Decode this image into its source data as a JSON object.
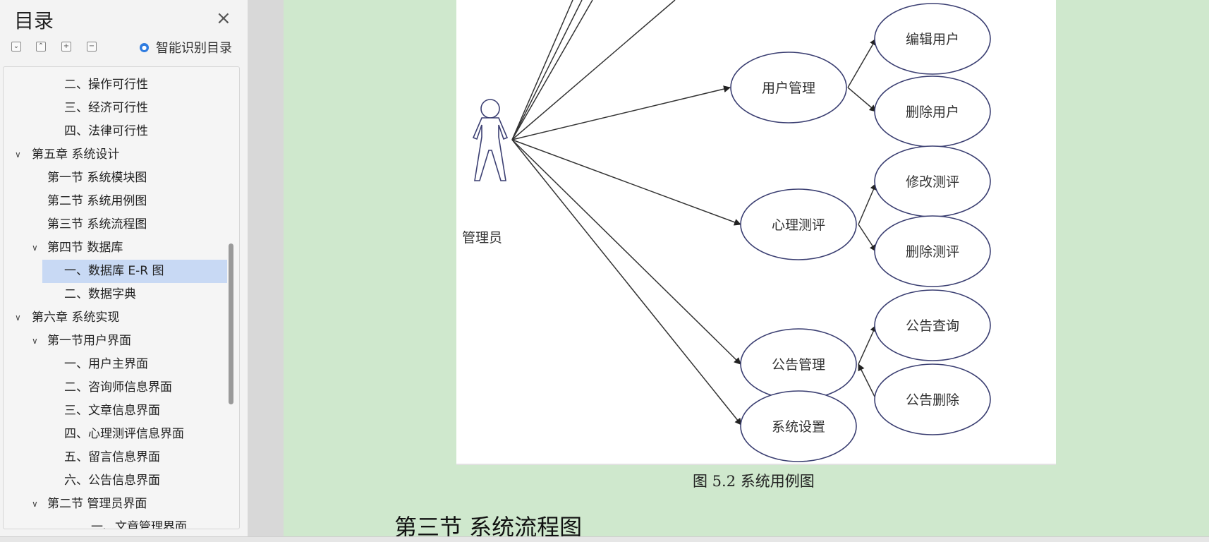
{
  "sidebar": {
    "title": "目录",
    "close_glyph": "×",
    "toolbar": {
      "expand_glyph": "⌄",
      "collapse_glyph": "⌃",
      "plus_glyph": "+",
      "minus_glyph": "−",
      "smart_label": "智能识别目录"
    },
    "items": [
      {
        "label": "二、操作可行性"
      },
      {
        "label": "三、经济可行性"
      },
      {
        "label": "四、法律可行性"
      },
      {
        "label": "第五章  系统设计"
      },
      {
        "label": "第一节  系统模块图"
      },
      {
        "label": "第二节  系统用例图"
      },
      {
        "label": "第三节  系统流程图"
      },
      {
        "label": "第四节  数据库"
      },
      {
        "label": "一、数据库 E-R 图"
      },
      {
        "label": "二、数据字典"
      },
      {
        "label": "第六章  系统实现"
      },
      {
        "label": "第一节用户界面"
      },
      {
        "label": "一、用户主界面"
      },
      {
        "label": "二、咨询师信息界面"
      },
      {
        "label": "三、文章信息界面"
      },
      {
        "label": "四、心理测评信息界面"
      },
      {
        "label": "五、留言信息界面"
      },
      {
        "label": "六、公告信息界面"
      },
      {
        "label": "第二节  管理员界面"
      },
      {
        "label": "一、文章管理界面"
      }
    ]
  },
  "diagram": {
    "actor": "管理员",
    "use_cases": {
      "user_mgmt": "用户管理",
      "edit_user": "编辑用户",
      "delete_user": "删除用户",
      "psych_eval": "心理测评",
      "modify_eval": "修改测评",
      "delete_eval": "删除测评",
      "notice_mgmt": "公告管理",
      "notice_query": "公告查询",
      "notice_delete": "公告删除",
      "sys_settings": "系统设置"
    },
    "colors": {
      "ellipse_stroke": "#3b3f72",
      "line": "#333333"
    }
  },
  "document": {
    "caption": "图 5.2  系统用例图",
    "section_title": "第三节  系统流程图",
    "page_bg": "#cfe8cd"
  }
}
